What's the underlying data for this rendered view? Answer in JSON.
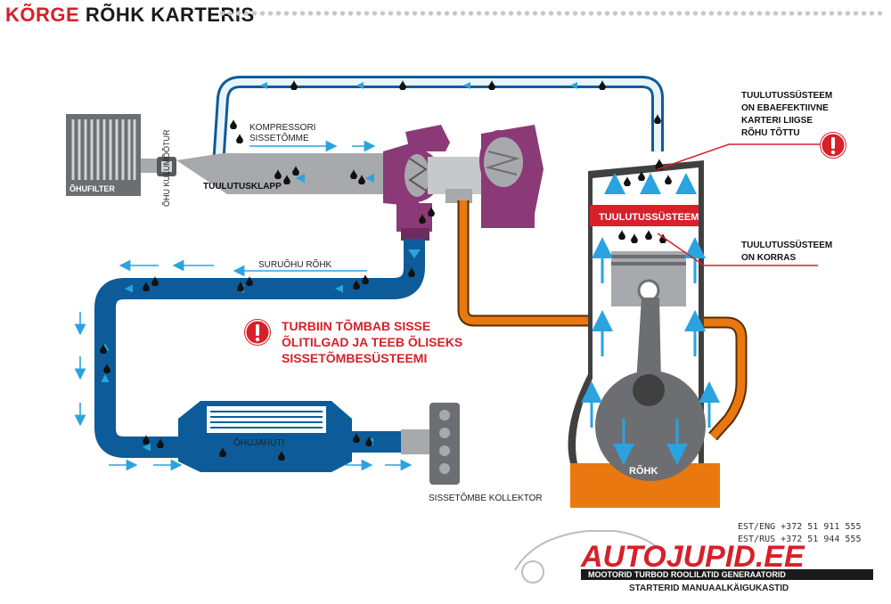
{
  "title": {
    "part1": "KÕRGE",
    "part2": "RÕHK KARTERIS"
  },
  "labels": {
    "air_filter": "ÕHUFILTER",
    "air_flow_meter": "ÕHU KULUMÕÕTUR",
    "throttle": "TUULUTUSKLAPP",
    "compressor_intake_1": "KOMPRESSORI",
    "compressor_intake_2": "SISSETÕMME",
    "boost_pressure": "SURUÕHU RÕHK",
    "intercooler": "ÕHUJAHUTI",
    "intake_manifold": "SISSETÕMBE KOLLEKTOR",
    "ventilation_system": "TUULUTUSSÜSTEEM",
    "pressure": "RÕHK"
  },
  "warnings": {
    "turbo": [
      "TURBIIN TÕMBAB SISSE",
      "ÕLITILGAD JA TEEB ÕLISEKS",
      "SISSETÕMBESÜSTEEMI"
    ]
  },
  "callouts": {
    "ineffective": [
      "TUULUTUSSÜSTEEM",
      "ON EBAEFEKTIIVNE",
      "KARTERI LIIGSE",
      "RÕHU TÕTTU"
    ],
    "ok": [
      "TUULUTUSSÜSTEEM",
      "ON KORRAS"
    ]
  },
  "contact": {
    "line1": "EST/ENG +372 51 911 555",
    "line2": "EST/RUS +372 51 944 555"
  },
  "brand": {
    "name": "AUTOJUPID.EE",
    "tagline1": "MOOTORID TURBOD ROOLILATID GENERAATORID",
    "tagline2": "STARTERID MANUAALKÄIGUKASTID"
  },
  "colors": {
    "accent_red": "#d7202a",
    "pipe_blue": "#0d5c99",
    "flow_blue": "#2aa3e0",
    "turbo_purple": "#8b3a77",
    "oil_orange": "#e8780f",
    "housing_gray": "#a7a9ac"
  }
}
